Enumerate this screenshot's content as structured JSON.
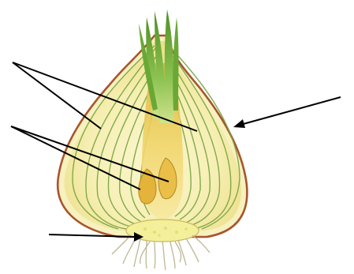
{
  "diagram": {
    "subject_icon": "onion-bulb-cross-section-icon",
    "colors": {
      "background": "#ffffff",
      "skin": "#a8552c",
      "scale_light": "#fbf6cf",
      "scale_yellow": "#f2e27a",
      "vein_green": "#6f9a3a",
      "core_yellow": "#e6c34a",
      "shoot_green": "#5f9a2e",
      "shoot_light": "#a9d46a",
      "base_plate": "#f4ef9a",
      "roots": "#cfcaa8",
      "pointer_line": "#000000"
    },
    "pointers": [
      {
        "target": "outer-scales",
        "count": 2
      },
      {
        "target": "dry-skin",
        "count": 1
      },
      {
        "target": "buds",
        "count": 2
      },
      {
        "target": "base-plate",
        "count": 1
      }
    ]
  }
}
